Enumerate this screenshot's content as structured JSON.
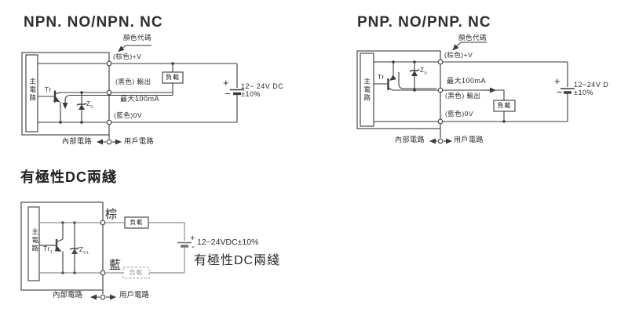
{
  "colors": {
    "wire_dark": "#3a3a3a",
    "wire_gray": "#8f8f8f",
    "component": "#444444",
    "dashed_load_border": "#b0b0b0",
    "text": "#2b2b2b"
  },
  "npn": {
    "title": "NPN. NO/NPN. NC",
    "color_code": "顏色代碼",
    "wire_plus": "(棕色)+V",
    "wire_output": "(黑色) 輸出",
    "max_current": "最大100mA",
    "wire_zero": "(藍色)0V",
    "load": "負載",
    "main_circuit": "主電路",
    "transistor": "Tr",
    "zener_base": "Z",
    "zener_sub": "D",
    "plus": "+",
    "minus": "−",
    "supply_line1": "12~ 24V DC",
    "supply_line2": "±10%",
    "internal": "內部電路",
    "user": "用戶電路"
  },
  "pnp": {
    "title": "PNP. NO/PNP. NC",
    "color_code": "顏色代碼",
    "wire_plus": "(棕色)+V",
    "max_current": "最大100mA",
    "wire_output": "(黑色) 輸出",
    "wire_zero": "(藍色)0V",
    "load": "負載",
    "main_circuit": "主電路",
    "transistor": "Tr",
    "zener_base": "Z",
    "zener_sub": "D",
    "plus": "+",
    "minus": "−",
    "supply_line1": "12~24V D",
    "supply_line2": "±10%",
    "internal": "內部電路",
    "user": "用戶電路"
  },
  "dc2": {
    "title": "有極性DC兩綫",
    "wire_brown": "棕",
    "wire_blue": "藍",
    "load_top": "負載",
    "load_bottom": "負載",
    "main_circuit": "主電路",
    "transistor_base": "Tr",
    "transistor_sub": "1",
    "zener_base": "Z",
    "zener_sub": "D1",
    "plus": "+",
    "minus": "-",
    "supply": "12~24VDC±10%",
    "subtitle": "有極性DC兩綫",
    "internal": "內部電路",
    "user": "用戶電路"
  }
}
